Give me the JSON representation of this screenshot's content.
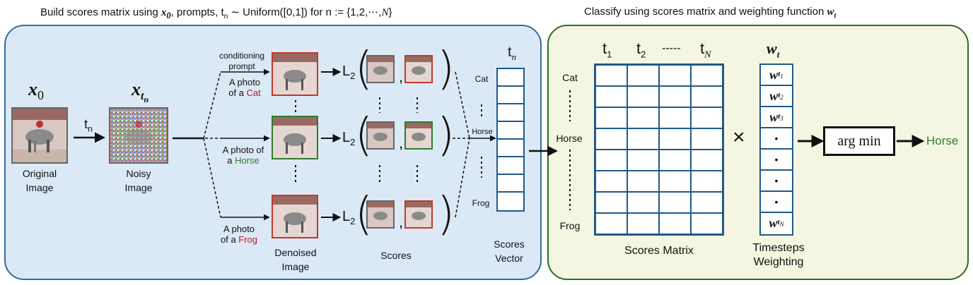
{
  "titles": {
    "left": "Build scores matrix using x0, prompts, tn ~ Uniform([0,1]) for n := {1,2,⋯,N}",
    "left_prefix": "Build scores matrix using ",
    "left_mid": ", prompts, t",
    "left_suffix": " ∼ Uniform([0,1]) for n := {1,2,⋯,",
    "right_prefix": "Classify using scores matrix and weighting function "
  },
  "symbols": {
    "x": "x",
    "zero": "0",
    "t": "t",
    "n": "n",
    "N": "N",
    "one": "1",
    "two": "2",
    "three": "3",
    "L": "L",
    "two_sub": "2",
    "w": "w",
    "dashes": "-----",
    "times": "×",
    "dot": "•",
    "comma": ",",
    "close_brace": "}",
    "open_paren": "(",
    "close_paren": ")"
  },
  "left": {
    "original_label": [
      "Original",
      "Image"
    ],
    "noisy_label": [
      "Noisy",
      "Image"
    ],
    "conditioning_prompt": [
      "conditioning",
      "prompt"
    ],
    "prompt_cat": [
      "A photo",
      "of a ",
      "Cat"
    ],
    "prompt_horse": [
      "A photo of",
      "a ",
      "Horse"
    ],
    "prompt_frog": [
      "A photo",
      "of a ",
      "Frog"
    ],
    "denoised_label": [
      "Denoised",
      "Image"
    ],
    "scores_label": "Scores",
    "scores_vector_label": [
      "Scores",
      "Vector"
    ],
    "vector_classes": [
      "Cat",
      "Horse",
      "Frog"
    ]
  },
  "right": {
    "row_labels": [
      "Cat",
      "Horse",
      "Frog"
    ],
    "scores_matrix_label": "Scores Matrix",
    "weighting_label": [
      "Timesteps",
      "Weighting"
    ],
    "argmin": "arg min",
    "result": "Horse"
  },
  "colors": {
    "left_panel_bg": "#dbe9f6",
    "left_panel_border": "#2f6ea3",
    "right_panel_bg": "#f4f6e2",
    "right_panel_border": "#2e6b22",
    "red": "#b81d1d",
    "green": "#2e7d2e",
    "grid": "#1f5a8a"
  }
}
